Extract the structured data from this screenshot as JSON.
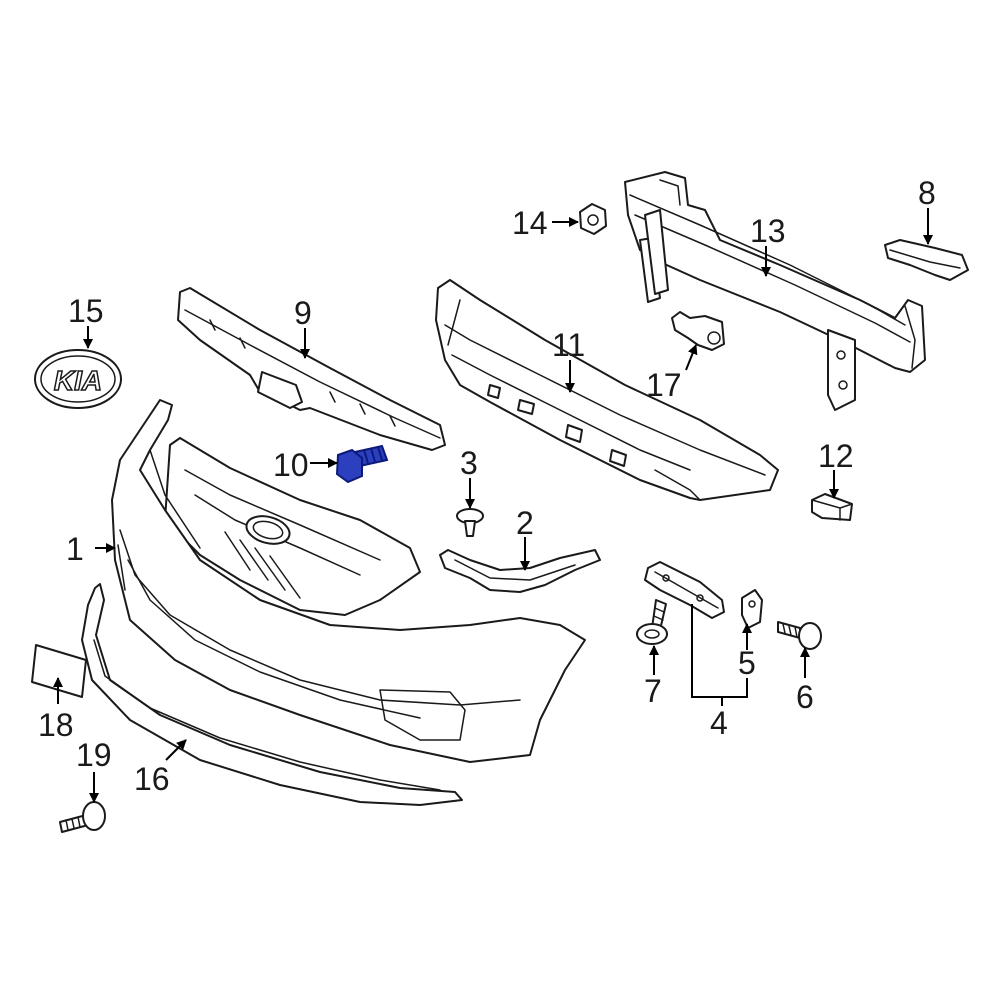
{
  "diagram": {
    "callouts": {
      "c1": "1",
      "c2": "2",
      "c3": "3",
      "c4": "4",
      "c5": "5",
      "c6": "6",
      "c7": "7",
      "c8": "8",
      "c9": "9",
      "c10": "10",
      "c11": "11",
      "c12": "12",
      "c13": "13",
      "c14": "14",
      "c15": "15",
      "c16": "16",
      "c17": "17",
      "c18": "18",
      "c19": "19"
    },
    "emblem_text": "KIA",
    "colors": {
      "line": "#1a1a1a",
      "highlight_fill": "#2b3fbf",
      "highlight_stroke": "#0c1a7a",
      "background": "#ffffff"
    },
    "highlighted_part": "10"
  }
}
